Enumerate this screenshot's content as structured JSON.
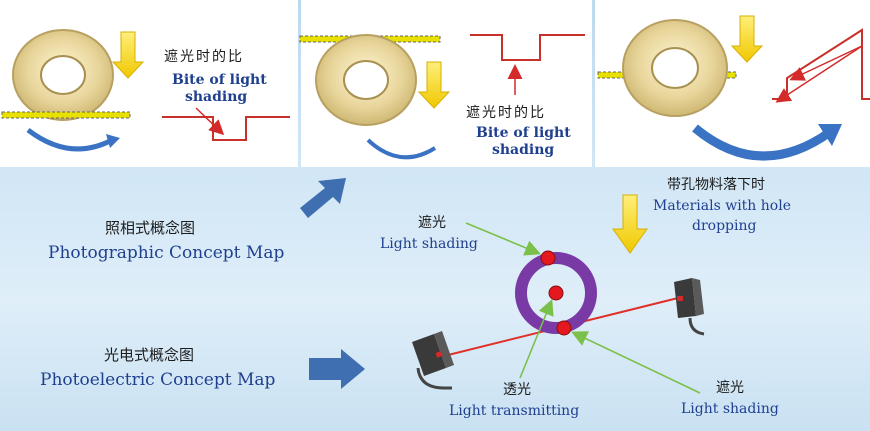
{
  "panels": [
    {
      "zh": "遮光时的比",
      "en": "Bite of light",
      "en2": "shading"
    },
    {
      "zh": "遮光时的比",
      "en": "Bite of light",
      "en2": "shading"
    }
  ],
  "photographic": {
    "zh": "照相式概念图",
    "en": "Photographic Concept Map"
  },
  "photoelectric": {
    "zh": "光电式概念图",
    "en": "Photoelectric Concept Map"
  },
  "falling": {
    "zh": "带孔物料落下时",
    "en": "Materials with hole",
    "en2": "dropping"
  },
  "shading_top": {
    "zh": "遮光",
    "en": "Light shading"
  },
  "transmitting": {
    "zh": "透光",
    "en": "Light transmitting"
  },
  "shading_bottom": {
    "zh": "遮光",
    "en": "Light shading"
  },
  "colors": {
    "ring": "#7a3aa6",
    "beam": "#e0302a",
    "arrow_yellow": "#f2d800",
    "arrow_blue": "#3f6fb0",
    "pointer_green": "#7ac04a"
  }
}
